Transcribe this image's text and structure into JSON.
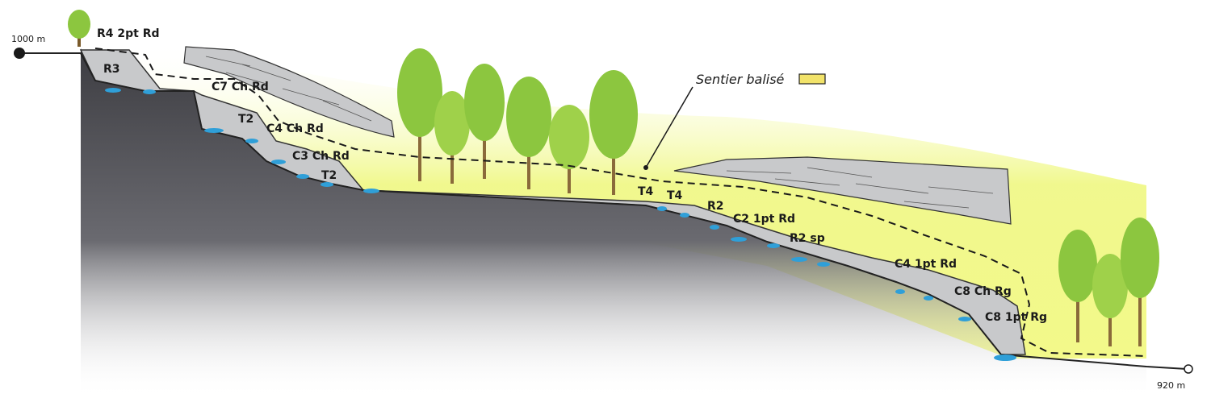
{
  "altitudes": {
    "top": "1000 m",
    "bottom": "920 m"
  },
  "legend": {
    "trail": "Sentier balisé",
    "trail_color": "#f2e36a"
  },
  "colors": {
    "vegetation": "#eef77a",
    "rock": "#c8c9cb",
    "cliff": "#4a4a4e",
    "water": "#2f9fd8",
    "tree": "#8cc63f"
  },
  "obstacles": [
    "R4 2pt Rd",
    "R3",
    "C7 Ch Rd",
    "T2",
    "C4 Ch Rd",
    "C3 Ch Rd",
    "T2",
    "T4",
    "T4",
    "R2",
    "C2 1pt Rd",
    "R2 sp",
    "C4 1pt Rd",
    "C8 Ch Rg",
    "C8 1pt Rg"
  ]
}
